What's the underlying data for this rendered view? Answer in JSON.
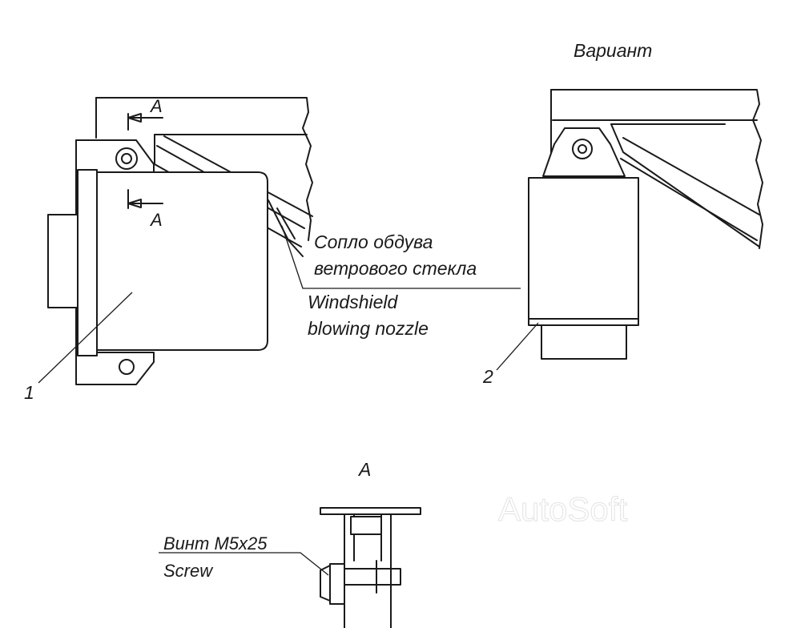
{
  "labels": {
    "variant_title": "Вариант",
    "section_mark": "A",
    "nozzle_ru_1": "Сопло обдува",
    "nozzle_ru_2": "ветрового стекла",
    "nozzle_en_1": "Windshield",
    "nozzle_en_2": "blowing nozzle",
    "callout_1": "1",
    "callout_2": "2",
    "section_title": "A",
    "screw_ru": "Винт М5х25",
    "screw_en": "Screw"
  },
  "watermark": "AutoSoft",
  "colors": {
    "ink": "#1a1a1a",
    "paper": "#ffffff",
    "watermark": "#e3e3e3"
  }
}
